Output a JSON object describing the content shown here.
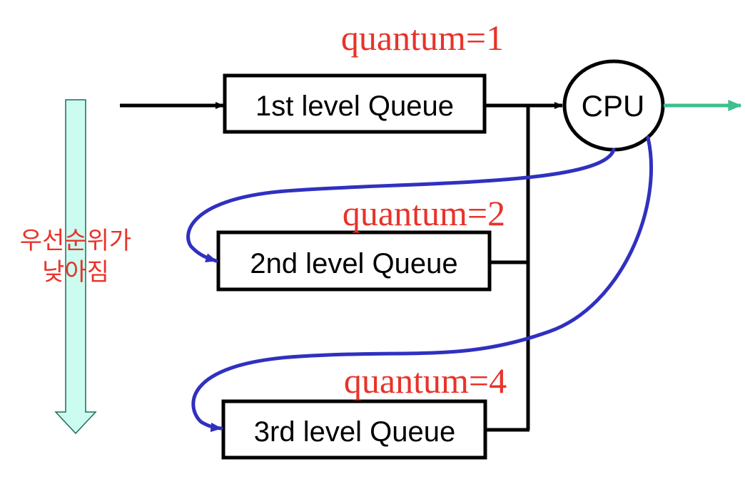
{
  "queues": [
    {
      "label": "1st level Queue",
      "quantum": "quantum=1"
    },
    {
      "label": "2nd level Queue",
      "quantum": "quantum=2"
    },
    {
      "label": "3rd level Queue",
      "quantum": "quantum=4"
    }
  ],
  "cpu": {
    "label": "CPU"
  },
  "priority": {
    "line1": "우선순위가",
    "line2": "낮아짐"
  },
  "colors": {
    "quantum_text": "#e8332a",
    "priority_text": "#e8332a",
    "feedback_arrow": "#3030c0",
    "output_arrow": "#3dbf8e",
    "priority_arrow_fill": "#ccfbf0",
    "priority_arrow_stroke": "#1f6b5a"
  }
}
